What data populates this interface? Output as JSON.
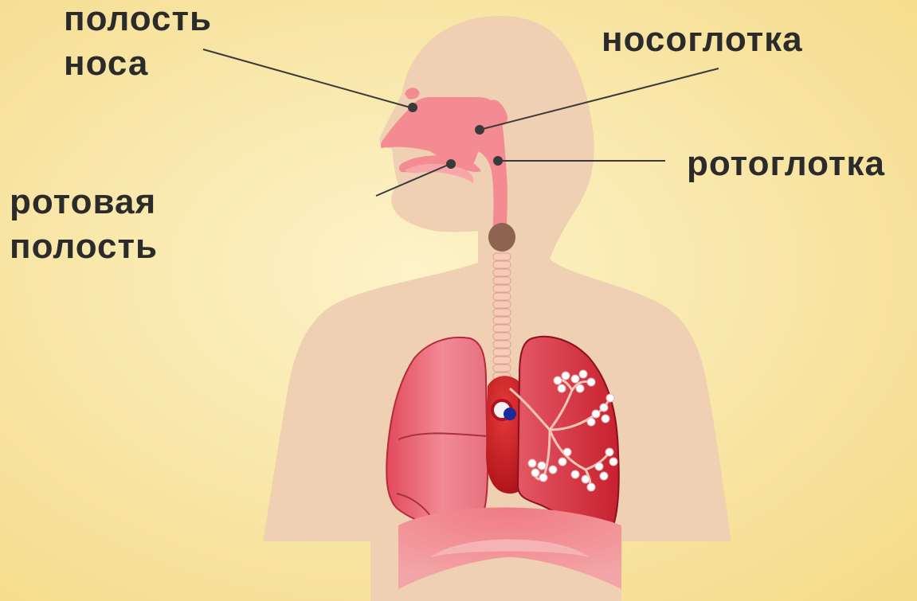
{
  "labels": {
    "nasal_cavity": {
      "line1": "полость",
      "line2": "носа"
    },
    "nasopharynx": "носоглотка",
    "oropharynx": "ротоглотка",
    "oral_cavity": {
      "line1": "ротовая",
      "line2": "полость"
    }
  },
  "colors": {
    "bg_center": "#fdf3c9",
    "bg_edge": "#f5db8a",
    "body": "#efd0b3",
    "airway": "#f48a92",
    "lung_light": "#ee7a86",
    "lung_dark": "#d8323f",
    "heart": "#c81e24",
    "trachea": "#f8cbb8",
    "larynx": "#8c6450",
    "pointer": "#3a3a3a"
  }
}
